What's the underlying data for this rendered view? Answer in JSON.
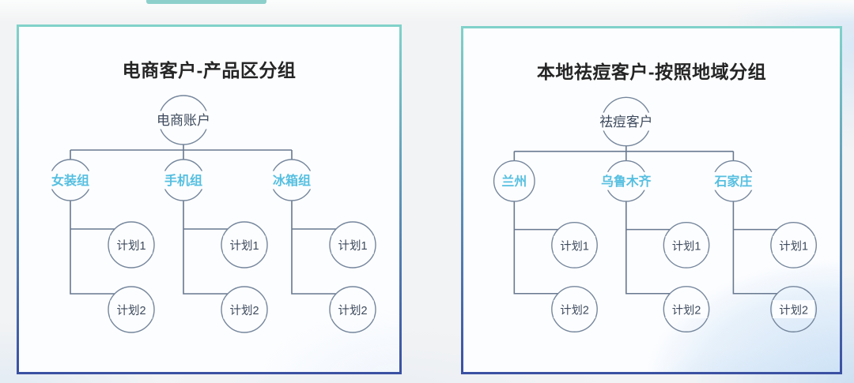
{
  "panels": [
    {
      "title": "电商客户-产品区分组",
      "root": "电商账户",
      "groups": [
        {
          "name": "女装组",
          "plans": [
            "计划1",
            "计划2"
          ]
        },
        {
          "name": "手机组",
          "plans": [
            "计划1",
            "计划2"
          ]
        },
        {
          "name": "冰箱组",
          "plans": [
            "计划1",
            "计划2"
          ]
        }
      ]
    },
    {
      "title": "本地祛痘客户-按照地域分组",
      "root": "祛痘客户",
      "groups": [
        {
          "name": "兰州",
          "plans": [
            "计划1",
            "计划2"
          ]
        },
        {
          "name": "乌鲁木齐",
          "plans": [
            "计划1",
            "计划2"
          ]
        },
        {
          "name": "石家庄",
          "plans": [
            "计划1",
            "计划2"
          ]
        }
      ]
    }
  ],
  "colors": {
    "border_top": "#80d2ca",
    "border_bottom": "#3a50a2",
    "edge": "#67788f",
    "node_stroke": "#75869c",
    "node_text": "#3d4a5c",
    "group_label": "#55bfe0",
    "title_text": "#252525",
    "panel_bg": "#fcfdff"
  }
}
